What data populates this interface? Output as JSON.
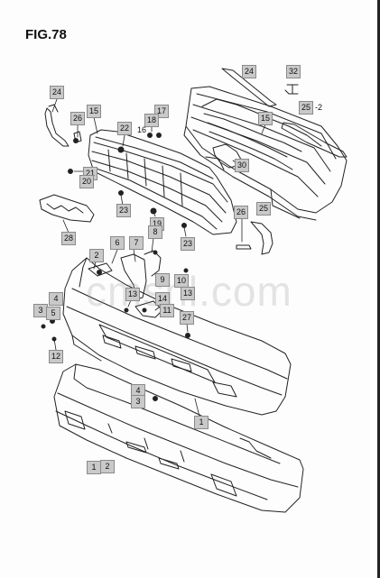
{
  "figure": {
    "title": "FIG.78"
  },
  "watermark": "cmsnl.com",
  "callouts": [
    {
      "id": "c-24-top",
      "label": "24"
    },
    {
      "id": "c-32",
      "label": "32"
    },
    {
      "id": "c-25-top",
      "label": "25"
    },
    {
      "id": "c-25-top-suffix",
      "label": "-2"
    },
    {
      "id": "c-24-left",
      "label": "24"
    },
    {
      "id": "c-26-left",
      "label": "26"
    },
    {
      "id": "c-15-left",
      "label": "15"
    },
    {
      "id": "c-17",
      "label": "17"
    },
    {
      "id": "c-18",
      "label": "18"
    },
    {
      "id": "c-22",
      "label": "22"
    },
    {
      "id": "c-16",
      "label": "16"
    },
    {
      "id": "c-15-right",
      "label": "15"
    },
    {
      "id": "c-30",
      "label": "30"
    },
    {
      "id": "c-21",
      "label": "21"
    },
    {
      "id": "c-20",
      "label": "20"
    },
    {
      "id": "c-23-left",
      "label": "23"
    },
    {
      "id": "c-19",
      "label": "19"
    },
    {
      "id": "c-23-right",
      "label": "23"
    },
    {
      "id": "c-26-right",
      "label": "26"
    },
    {
      "id": "c-25-right",
      "label": "25"
    },
    {
      "id": "c-28",
      "label": "28"
    },
    {
      "id": "c-6",
      "label": "6"
    },
    {
      "id": "c-7",
      "label": "7"
    },
    {
      "id": "c-8",
      "label": "8"
    },
    {
      "id": "c-2-top",
      "label": "2"
    },
    {
      "id": "c-9",
      "label": "9"
    },
    {
      "id": "c-10",
      "label": "10"
    },
    {
      "id": "c-13-left",
      "label": "13"
    },
    {
      "id": "c-14",
      "label": "14"
    },
    {
      "id": "c-13-right",
      "label": "13"
    },
    {
      "id": "c-11",
      "label": "11"
    },
    {
      "id": "c-4-left",
      "label": "4"
    },
    {
      "id": "c-3-left",
      "label": "3"
    },
    {
      "id": "c-5",
      "label": "5"
    },
    {
      "id": "c-27",
      "label": "27"
    },
    {
      "id": "c-12",
      "label": "12"
    },
    {
      "id": "c-4-mid",
      "label": "4"
    },
    {
      "id": "c-3-mid",
      "label": "3"
    },
    {
      "id": "c-1-mid",
      "label": "1"
    },
    {
      "id": "c-1-bottom",
      "label": "1"
    },
    {
      "id": "c-2-bottom",
      "label": "2"
    }
  ]
}
